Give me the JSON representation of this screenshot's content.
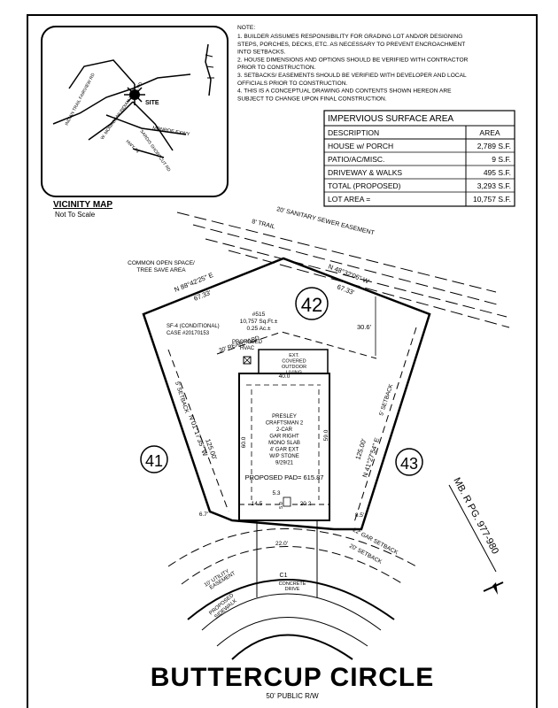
{
  "notes": {
    "heading": "NOTE:",
    "lines": [
      "1. BUILDER ASSUMES RESPONSIBILITY FOR GRADING LOT AND/OR DESIGNING",
      "STEPS, PORCHES, DECKS, ETC. AS NECESSARY TO PREVENT ENCROACHMENT",
      "INTO SETBACKS.",
      "2. HOUSE DIMENSIONS AND OPTIONS SHOULD BE VERIFIED WITH CONTRACTOR",
      "PRIOR TO CONSTRUCTION.",
      "3. SETBACKS/ EASEMENTS SHOULD BE VERIFIED WITH DEVELOPER AND LOCAL",
      "OFFICIALS PRIOR TO CONSTRUCTION.",
      "4. THIS IS A CONCEPTUAL DRAWING AND CONTENTS SHOWN HEREON ARE",
      "SUBJECT TO CHANGE UPON FINAL CONSTRUCTION."
    ]
  },
  "impervious_table": {
    "title": "IMPERVIOUS SURFACE AREA",
    "col_description": "DESCRIPTION",
    "col_area": "AREA",
    "rows": [
      {
        "description": "HOUSE w/ PORCH",
        "area": "2,789 S.F."
      },
      {
        "description": "PATIO/AC/MISC.",
        "area": "9 S.F."
      },
      {
        "description": "DRIVEWAY & WALKS",
        "area": "495 S.F."
      },
      {
        "description": "TOTAL (PROPOSED)",
        "area": "3,293 S.F."
      },
      {
        "description": "LOT AREA =",
        "area": "10,757 S.F."
      }
    ]
  },
  "vicinity_map": {
    "title": "VICINITY MAP",
    "subtitle": "Not To Scale",
    "labels": {
      "site": "SITE",
      "indian_trail_fairview": "INDIAN TRAIL FAIRVIEW RD",
      "indian_trail_rd": "W. MONROE/W INDIAN TRAIL RD",
      "sardis_church": "SARDIS SHORTCUT RD",
      "monroe_expwy": "MONROE EXWY",
      "hwy74": "HWY 74"
    }
  },
  "lot": {
    "number": "42",
    "info_lines": [
      "#515",
      "10,757 Sq.Ft.±",
      "0.25 Ac.±"
    ],
    "zoning_lines": [
      "SF-4 (CONDITIONAL)",
      "CASE #20170153"
    ],
    "common_open_space_lines": [
      "COMMON OPEN SPACE/",
      "TREE SAVE AREA"
    ],
    "rear_yard": "30' REAR YARD",
    "sanitary_easement": "20' SANITARY SEWER EASEMENT",
    "trail": "8' TRAIL",
    "hvac_lines": [
      "PROPOSED",
      "HVAC"
    ],
    "covered_living_lines": [
      "EXT.",
      "COVERED",
      "OUTDOOR",
      "LIVING"
    ],
    "house_lines": [
      "PRESLEY",
      "CRAFTSMAN 2",
      "2-CAR",
      "GAR RIGHT",
      "MONO SLAB",
      "4' GAR EXT",
      "W/P STONE",
      "9/29/21"
    ],
    "proposed_pad": "PROPOSED PAD= 615.87",
    "bearings": {
      "top_left": "N 88°42'25\" E",
      "top_left_dist": "67.33'",
      "top_right": "N 48°32'06\" W",
      "top_right_dist": "67.33'",
      "left": "N 01°17'35\" W",
      "left_dist": "125.00'",
      "right": "N 41°27'54\" E",
      "right_dist": "125.00'"
    },
    "dims": {
      "d30_6": "30.6'",
      "d40": "40.0",
      "d60": "60.0",
      "d59": "59.0",
      "d5_3": "5.3",
      "d14_5": "14.5",
      "d5_0": "5.0",
      "d20_2": "20.2",
      "d6_7": "6.7'",
      "d8_5": "8.5'",
      "d22": "22.0'"
    },
    "setback_left": "5' SETBACK",
    "setback_right": "5' SETBACK",
    "gar_setback": "22' GAR SETBACK",
    "front_setback": "20' SETBACK",
    "curve": "C1",
    "concrete_drive_lines": [
      "CONCRETE",
      "DRIVE"
    ],
    "utility_easement_lines": [
      "10' UTILITY",
      "EASEMENT"
    ],
    "sidewalk_lines": [
      "PROPOSED",
      "SIDEWALK"
    ],
    "neighbor_left": "41",
    "neighbor_right": "43",
    "map_book": "MB. R PG. 977-980"
  },
  "street": {
    "name": "BUTTERCUP CIRCLE",
    "row": "50' PUBLIC R/W"
  }
}
